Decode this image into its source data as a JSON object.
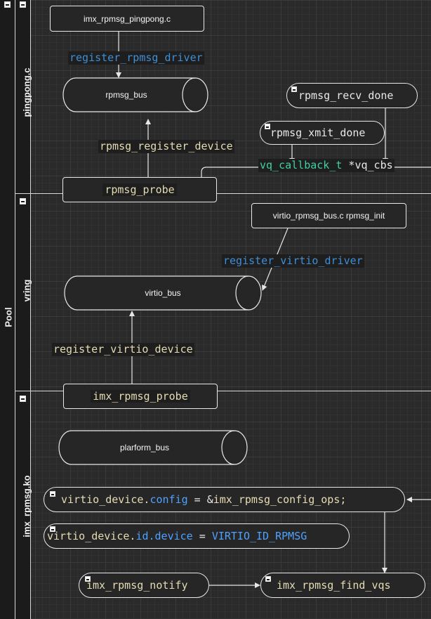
{
  "pool": {
    "label": "Pool"
  },
  "lanes": [
    {
      "label": "pingpong.c"
    },
    {
      "label": "vring"
    },
    {
      "label": "imx_rpmsg.ko"
    }
  ],
  "nodes": {
    "imx_file": "imx_rpmsg_pingpong.c",
    "rpmsg_bus": "rpmsg_bus",
    "rpmsg_probe": "rpmsg_probe",
    "rpmsg_recv_done": "rpmsg_recv_done",
    "rpmsg_xmit_done": "rpmsg_xmit_done",
    "virtio_rpmsg_bus": "virtio_rpmsg_bus.c rpmsg_init",
    "virtio_bus": "virtio_bus",
    "imx_rpmsg_probe": "imx_rpmsg_probe",
    "plarform_bus": "plarform_bus",
    "config_ops": {
      "prefix": "virtio_device.",
      "field": "config",
      "mid": " = &",
      "value": "imx_rpmsg_config_ops;"
    },
    "device_id": {
      "prefix": "virtio_device.",
      "field": "id.device",
      "mid": " = ",
      "value": "VIRTIO_ID_RPMSG"
    },
    "imx_rpmsg_notify": "imx_rpmsg_notify",
    "imx_rpmsg_find_vqs": "imx_rpmsg_find_vqs"
  },
  "labels": {
    "register_rpmsg_driver": "register_rpmsg_driver",
    "rpmsg_register_device": "rpmsg_register_device",
    "vq_callback": {
      "type": "vq_callback_t",
      "rest": " *vq_cbs"
    },
    "register_virtio_driver": "register_virtio_driver",
    "register_virtio_device": "register_virtio_device"
  },
  "colors": {
    "background": "#2a2a2a",
    "stroke": "#e8e8e8",
    "code_blue": "#4fa1ff",
    "code_teal": "#3fd1a5",
    "code_yellow": "#e5dcb3"
  }
}
